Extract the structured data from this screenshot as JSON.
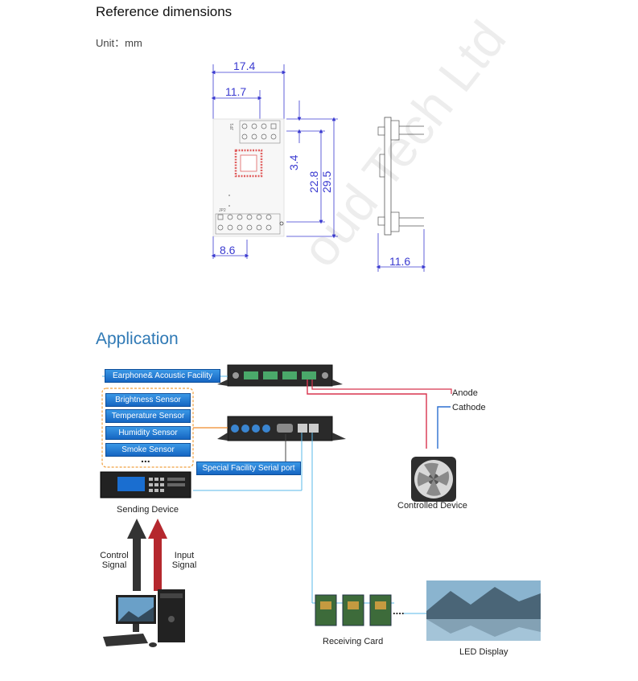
{
  "headings": {
    "reference": "Reference dimensions",
    "unit": "Unit：mm",
    "application": "Application"
  },
  "dimensions": {
    "top_width": "17.4",
    "inner_width": "11.7",
    "small_height": "3.4",
    "mid_height": "22.8",
    "full_height": "29.5",
    "bottom_width": "8.6",
    "side_width": "11.6",
    "pcb_label_top": "JP1",
    "pcb_label_bottom": "JP2"
  },
  "labels": {
    "earphone": "Earphone& Acoustic Facility",
    "sensors": [
      "Brightness Sensor",
      "Temperature Sensor",
      "Humidity Sensor",
      "Smoke Sensor"
    ],
    "ellipsis": "...",
    "serial_port": "Special Facility Serial port",
    "anode": "Anode",
    "cathode": "Cathode",
    "controlled_device": "Controlled Device",
    "sending_device": "Sending Device",
    "control_signal_1": "Control",
    "control_signal_2": "Signal",
    "input_signal_1": "Input",
    "input_signal_2": "Signal",
    "receiving_card": "Receiving Card",
    "led_display": "LED Display",
    "ellipsis_cards": "...."
  },
  "watermark": "oud Tech Ltd",
  "colors": {
    "dimension": "#3a3ad0",
    "heading_blue": "#2f79b5",
    "anode_wire": "#d8344e",
    "cathode_wire": "#2b6fd0",
    "signal_wire": "#5ab8e8",
    "sensor_wire": "#f08a2a"
  }
}
